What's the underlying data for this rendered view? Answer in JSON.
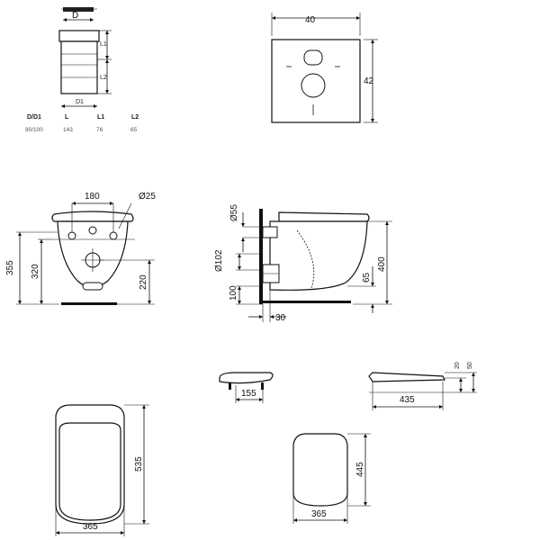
{
  "pipe_table": {
    "header": [
      "D/D1",
      "L",
      "L1",
      "L2"
    ],
    "row": [
      "90/100",
      "143",
      "76",
      "65"
    ],
    "labels": {
      "d": "D",
      "l1": "L1",
      "l2": "L2",
      "d1": "D1"
    }
  },
  "plate": {
    "width": "40",
    "height": "42"
  },
  "front_view": {
    "hole_spacing": "180",
    "hole_diameter": "Ø25",
    "total_height": "355",
    "upper_height": "320",
    "lower_height": "220"
  },
  "side_view": {
    "d55": "Ø55",
    "d102": "Ø102",
    "h100": "100",
    "h400": "400",
    "h65": "65",
    "w30": "30"
  },
  "seat_views": {
    "hinge": "155",
    "h20": "20",
    "h50": "50",
    "length": "435"
  },
  "top_views": {
    "bowl_length": "535",
    "bowl_width": "365",
    "seat_length": "445",
    "seat_width": "365"
  }
}
